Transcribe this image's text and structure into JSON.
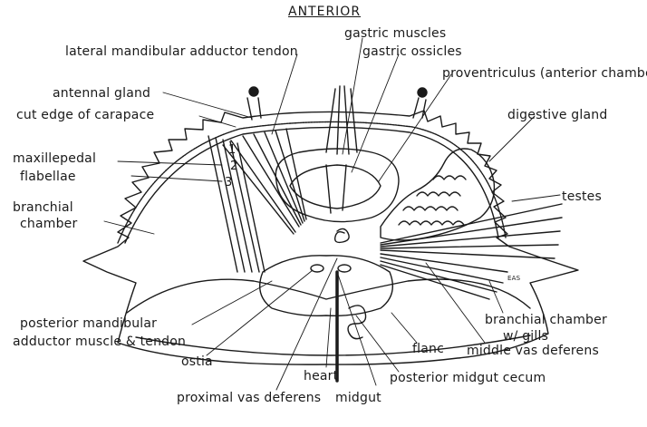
{
  "diagram": {
    "orientation_label": "ANTERIOR",
    "labels": {
      "lateral_mandibular_adductor_tendon": "lateral mandibular adductor tendon",
      "gastric_muscles": "gastric muscles",
      "gastric_ossicles": "gastric ossicles",
      "proventriculus": "proventriculus (anterior chamber)",
      "antennal_gland": "antennal gland",
      "cut_edge_of_carapace": "cut edge of carapace",
      "digestive_gland": "digestive gland",
      "maxillipedal_flabellae_1": "maxillepedal",
      "maxillipedal_flabellae_2": "flabellae",
      "branchial_chamber_1": "branchial",
      "branchial_chamber_2": "chamber",
      "testes": "testes",
      "posterior_mandibular_1": "posterior mandibular",
      "posterior_mandibular_2": "adductor muscle & tendon",
      "ostia": "ostia",
      "heart": "heart",
      "proximal_vas_deferens": "proximal vas deferens",
      "midgut": "midgut",
      "posterior_midgut_cecum": "posterior midgut cecum",
      "flanc": "flanc",
      "middle_vas_deferens": "middle vas deferens",
      "branchial_chamber_gills_1": "branchial chamber",
      "branchial_chamber_gills_2": "w/ gills",
      "num_1": "1",
      "num_2": "2",
      "num_3": "3"
    },
    "signature": "EAS",
    "ink_color": "#1a1a1a"
  }
}
